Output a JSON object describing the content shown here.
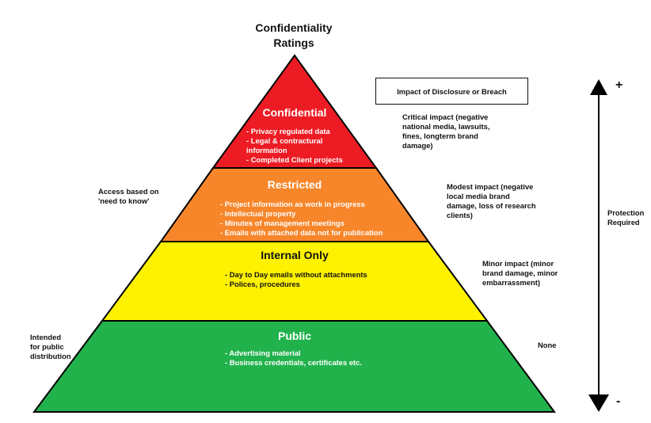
{
  "title": {
    "line1": "Confidentiality",
    "line2": "Ratings"
  },
  "tiers": [
    {
      "name": "Confidential",
      "color": "#ED1C24",
      "items": [
        "- Privacy regulated data",
        "- Legal & contractural",
        "information",
        "- Completed Client projects"
      ]
    },
    {
      "name": "Restricted",
      "color": "#F7862B",
      "items": [
        "- Project information as work in progress",
        "- Intellectual property",
        "- Minutes of management meetings",
        "- Emails with attached data not for publication"
      ]
    },
    {
      "name": "Internal Only",
      "color": "#FFF200",
      "items": [
        "- Day to Day emails without attachments",
        "- Polices, procedures"
      ]
    },
    {
      "name": "Public",
      "color": "#22B24C",
      "items": [
        "- Advertising material",
        "- Business credentials, certificates etc."
      ]
    }
  ],
  "impact_header": "Impact of Disclosure or Breach",
  "impacts": [
    [
      "Critical impact (negative",
      "national media, lawsuits,",
      "fines, longterm brand",
      "damage)"
    ],
    [
      "Modest impact (negative",
      "local media brand",
      "damage, loss of research",
      "clients)"
    ],
    [
      "Minor impact (minor",
      "brand damage, minor",
      "embarrassment)"
    ],
    [
      "None"
    ]
  ],
  "access_notes": {
    "restricted": [
      "Access based on",
      "'need to know'"
    ],
    "public": [
      "Intended",
      "for public",
      "distribution"
    ]
  },
  "protection": {
    "label_line1": "Protection",
    "label_line2": "Required",
    "plus": "+",
    "minus": "-"
  }
}
